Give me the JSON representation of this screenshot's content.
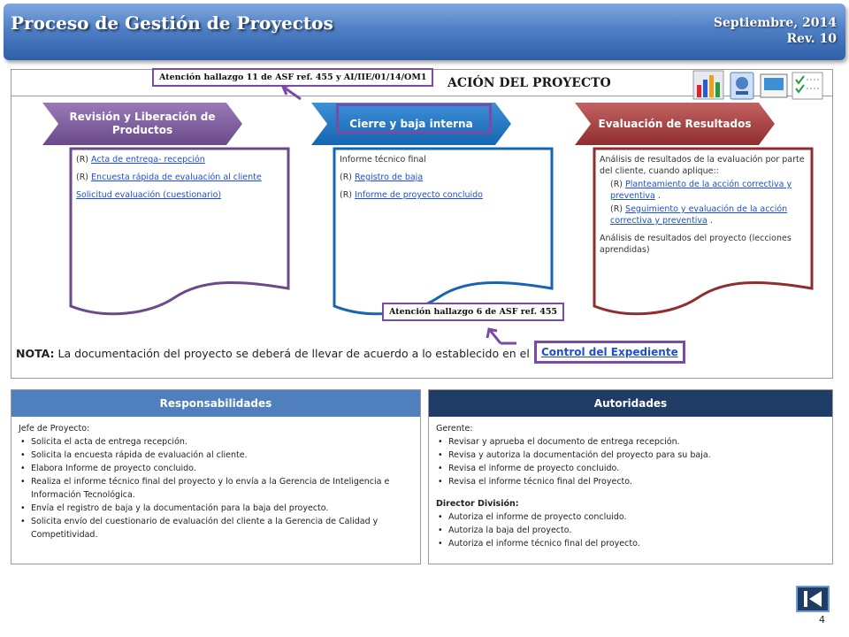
{
  "header": {
    "title": "Proceso de Gestión de Proyectos",
    "date": "Septiembre, 2014",
    "revision": "Rev. 10"
  },
  "panel": {
    "heading": "ACIÓN DEL PROYECTO"
  },
  "callouts": {
    "top": "Atención hallazgo 11 de ASF ref. 455 y AI/IIE/01/14/OM1",
    "bottom": "Atención hallazgo 6 de ASF ref. 455"
  },
  "stages": [
    {
      "title": "Revisión y Liberación de Productos",
      "items": [
        {
          "prefix": "(R) ",
          "text": "Acta de entrega- recepción"
        },
        {
          "prefix": "(R) ",
          "text": "Encuesta rápida de evaluación al cliente"
        },
        {
          "prefix": "",
          "text": "Solicitud evaluación (cuestionario)"
        }
      ]
    },
    {
      "title": "Cierre y baja interna",
      "items": [
        {
          "prefix": "Informe técnico final",
          "text": ""
        },
        {
          "prefix": "(R) ",
          "text": "Registro de baja"
        },
        {
          "prefix": "(R) ",
          "text": "Informe de proyecto concluido"
        }
      ]
    },
    {
      "title": "Evaluación de Resultados",
      "intro": "Análisis de resultados de la evaluación por parte del cliente, cuando aplique::",
      "items": [
        {
          "prefix": "(R) ",
          "text": "Planteamiento  de la acción correctiva y preventiva",
          "suffix": " ."
        },
        {
          "prefix": "(R) ",
          "text": "Seguimiento y evaluación de la acción correctiva y preventiva",
          "suffix": " ."
        }
      ],
      "outro": "Análisis de resultados del proyecto (lecciones aprendidas)"
    }
  ],
  "note": {
    "label": "NOTA:",
    "text": " La documentación del proyecto se deberá de llevar de acuerdo a lo establecido en el",
    "link": "Control del Expediente"
  },
  "responsabilidades": {
    "title": "Responsabilidades",
    "role": "Jefe de Proyecto",
    "role_suffix": ":",
    "items": [
      "Solicita el acta de entrega recepción.",
      "Solicita la encuesta rápida de evaluación al cliente.",
      "Elabora Informe de proyecto concluido.",
      "Realiza el informe técnico final del proyecto y lo envía a la Gerencia de Inteligencia e Información Tecnológica.",
      "Envía el registro de baja y la documentación para la baja del proyecto.",
      "Solicita envío del cuestionario de evaluación del cliente a la Gerencia de Calidad y Competitividad."
    ]
  },
  "autoridades": {
    "title": "Autoridades",
    "groups": [
      {
        "role": "Gerente:",
        "items": [
          "Revisar y aprueba el documento de entrega recepción.",
          "Revisa  y autoriza la documentación del proyecto para su baja.",
          "Revisa el informe de proyecto concluido.",
          "Revisa  el informe  técnico final del Proyecto."
        ]
      },
      {
        "role": "Director División:",
        "items": [
          "Autoriza el informe de proyecto concluido.",
          "Autoriza la baja del proyecto.",
          "Autoriza el informe técnico final del proyecto."
        ]
      }
    ]
  },
  "footer": {
    "page_number": "4"
  },
  "colors": {
    "purple": "#7b4aa5",
    "blue": "#1565b2",
    "red": "#8e2e2e",
    "link": "#1f4fd1",
    "resp_header": "#4f80bd",
    "auth_header": "#1f3c66"
  }
}
